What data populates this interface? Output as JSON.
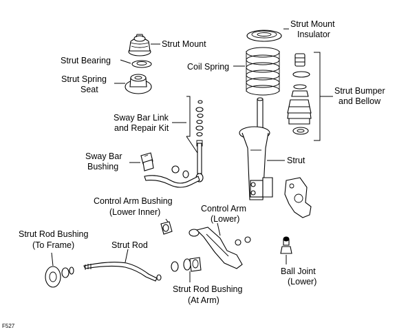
{
  "labels": {
    "strut_mount": "Strut Mount",
    "strut_bearing": "Strut Bearing",
    "strut_spring_seat_1": "Strut Spring",
    "strut_spring_seat_2": "Seat",
    "strut_mount_insulator_1": "Strut Mount",
    "strut_mount_insulator_2": "Insulator",
    "coil_spring": "Coil Spring",
    "strut_bumper_1": "Strut Bumper",
    "strut_bumper_2": "and Bellow",
    "sway_bar_link_1": "Sway Bar Link",
    "sway_bar_link_2": "and Repair Kit",
    "sway_bar_bushing_1": "Sway Bar",
    "sway_bar_bushing_2": "Bushing",
    "strut": "Strut",
    "control_arm_bushing_1": "Control Arm Bushing",
    "control_arm_bushing_2": "(Lower Inner)",
    "control_arm_1": "Control Arm",
    "control_arm_2": "(Lower)",
    "strut_rod_bushing_frame_1": "Strut Rod Bushing",
    "strut_rod_bushing_frame_2": "(To Frame)",
    "strut_rod": "Strut Rod",
    "ball_joint_1": "Ball Joint",
    "ball_joint_2": "(Lower)",
    "strut_rod_bushing_arm_1": "Strut Rod Bushing",
    "strut_rod_bushing_arm_2": "(At Arm)"
  },
  "figure_code": "F527"
}
